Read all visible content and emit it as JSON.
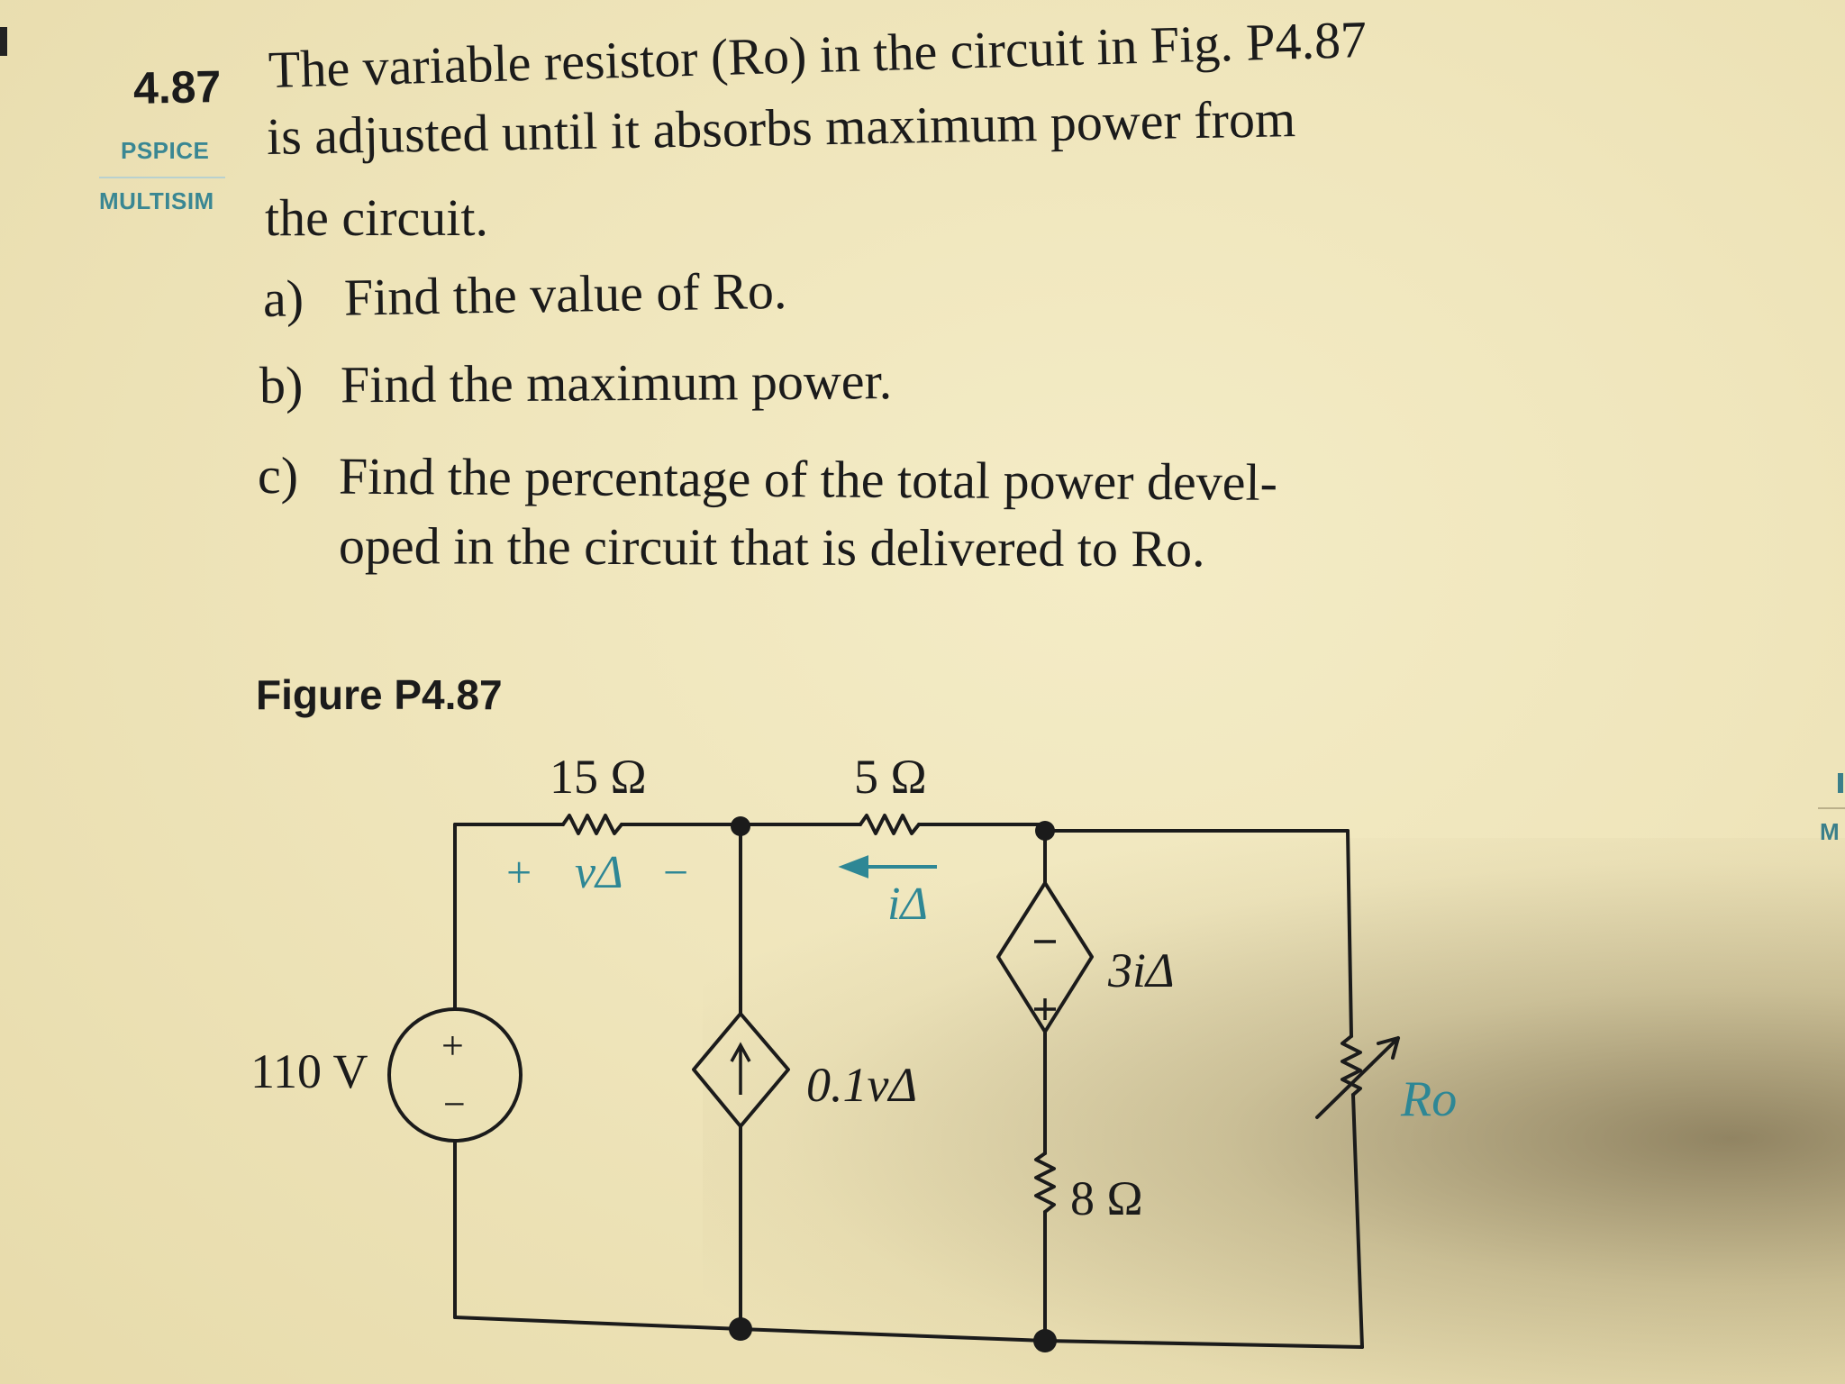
{
  "problem": {
    "number": "4.87",
    "tags": [
      "PSPICE",
      "MULTISIM"
    ],
    "statement_lines": [
      "The variable resistor (Ro) in the circuit in Fig. P4.87",
      "is adjusted until it absorbs maximum power from",
      "the circuit."
    ],
    "questions": [
      {
        "letter": "a)",
        "text": "Find the value of Ro."
      },
      {
        "letter": "b)",
        "text": "Find the maximum power."
      },
      {
        "letter": "c)",
        "text": "Find the percentage of the total power devel-",
        "continuation": "oped in the circuit that is delivered to Ro."
      }
    ]
  },
  "figure": {
    "caption": "Figure P4.87",
    "labels": {
      "r15": "15 Ω",
      "r5": "5 Ω",
      "v_delta_plus": "+",
      "v_delta": "vΔ",
      "v_delta_minus": "−",
      "i_delta": "iΔ",
      "source_v": "110 V",
      "source_plus": "+",
      "source_minus": "−",
      "ccvs": "3iΔ",
      "ccvs_minus": "−",
      "ccvs_plus": "+",
      "vccs": "0.1vΔ",
      "r8": "8 Ω",
      "ro": "Ro"
    }
  },
  "edge_text": "M",
  "colors": {
    "accent_teal": "#2e8795",
    "paper": "#efe5bb",
    "ink": "#1b1b1b"
  }
}
